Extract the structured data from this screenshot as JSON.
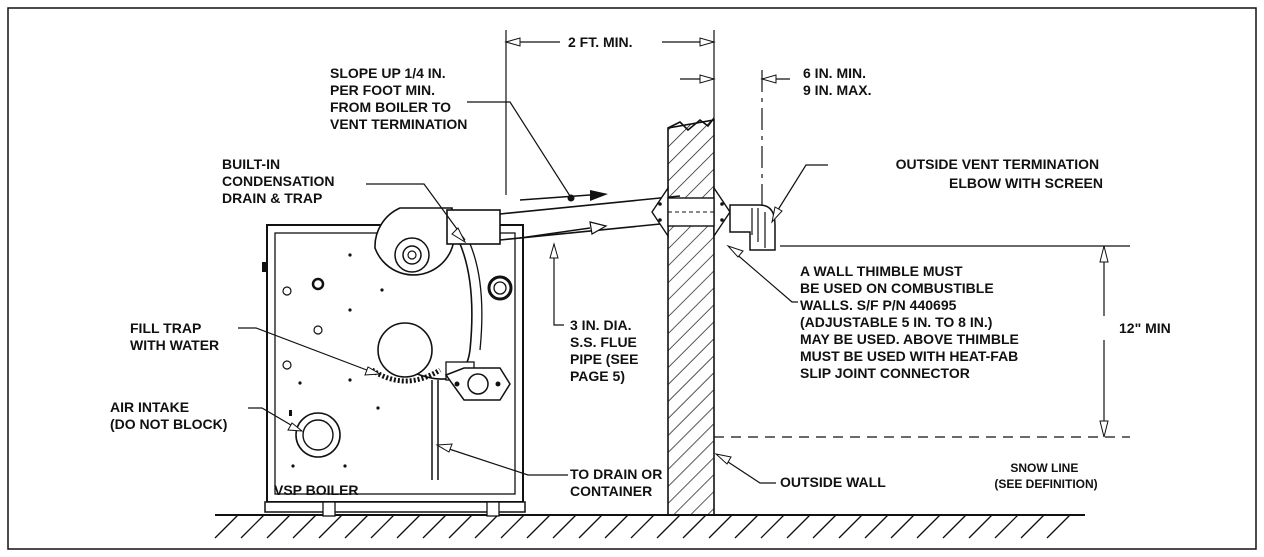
{
  "labels": {
    "two_ft_min": "2 FT. MIN.",
    "six_in_min": "6 IN. MIN.",
    "nine_in_max": "9 IN. MAX.",
    "slope": [
      "SLOPE UP 1/4 IN.",
      "PER FOOT MIN.",
      "FROM BOILER TO",
      "VENT TERMINATION"
    ],
    "built_in": [
      "BUILT-IN",
      "CONDENSATION",
      "DRAIN & TRAP"
    ],
    "outside_vent": [
      "OUTSIDE VENT TERMINATION",
      "ELBOW WITH SCREEN"
    ],
    "wall_thimble": [
      "A WALL THIMBLE MUST",
      "BE USED ON COMBUSTIBLE",
      "WALLS. S/F P/N 440695",
      "(ADJUSTABLE 5 IN. TO 8 IN.)",
      "MAY BE USED. ABOVE THIMBLE",
      "MUST BE USED WITH HEAT-FAB",
      "SLIP JOINT CONNECTOR"
    ],
    "twelve_min": "12\" MIN",
    "flue_pipe": [
      "3 IN. DIA.",
      "S.S. FLUE",
      "PIPE (SEE",
      "PAGE 5)"
    ],
    "fill_trap": [
      "FILL TRAP",
      "WITH WATER"
    ],
    "air_intake": [
      "AIR INTAKE",
      "(DO NOT BLOCK)"
    ],
    "to_drain": [
      "TO DRAIN OR",
      "CONTAINER"
    ],
    "vsp_boiler": "VSP BOILER",
    "outside_wall": "OUTSIDE WALL",
    "snow_line": [
      "SNOW LINE",
      "(SEE DEFINITION)"
    ]
  }
}
